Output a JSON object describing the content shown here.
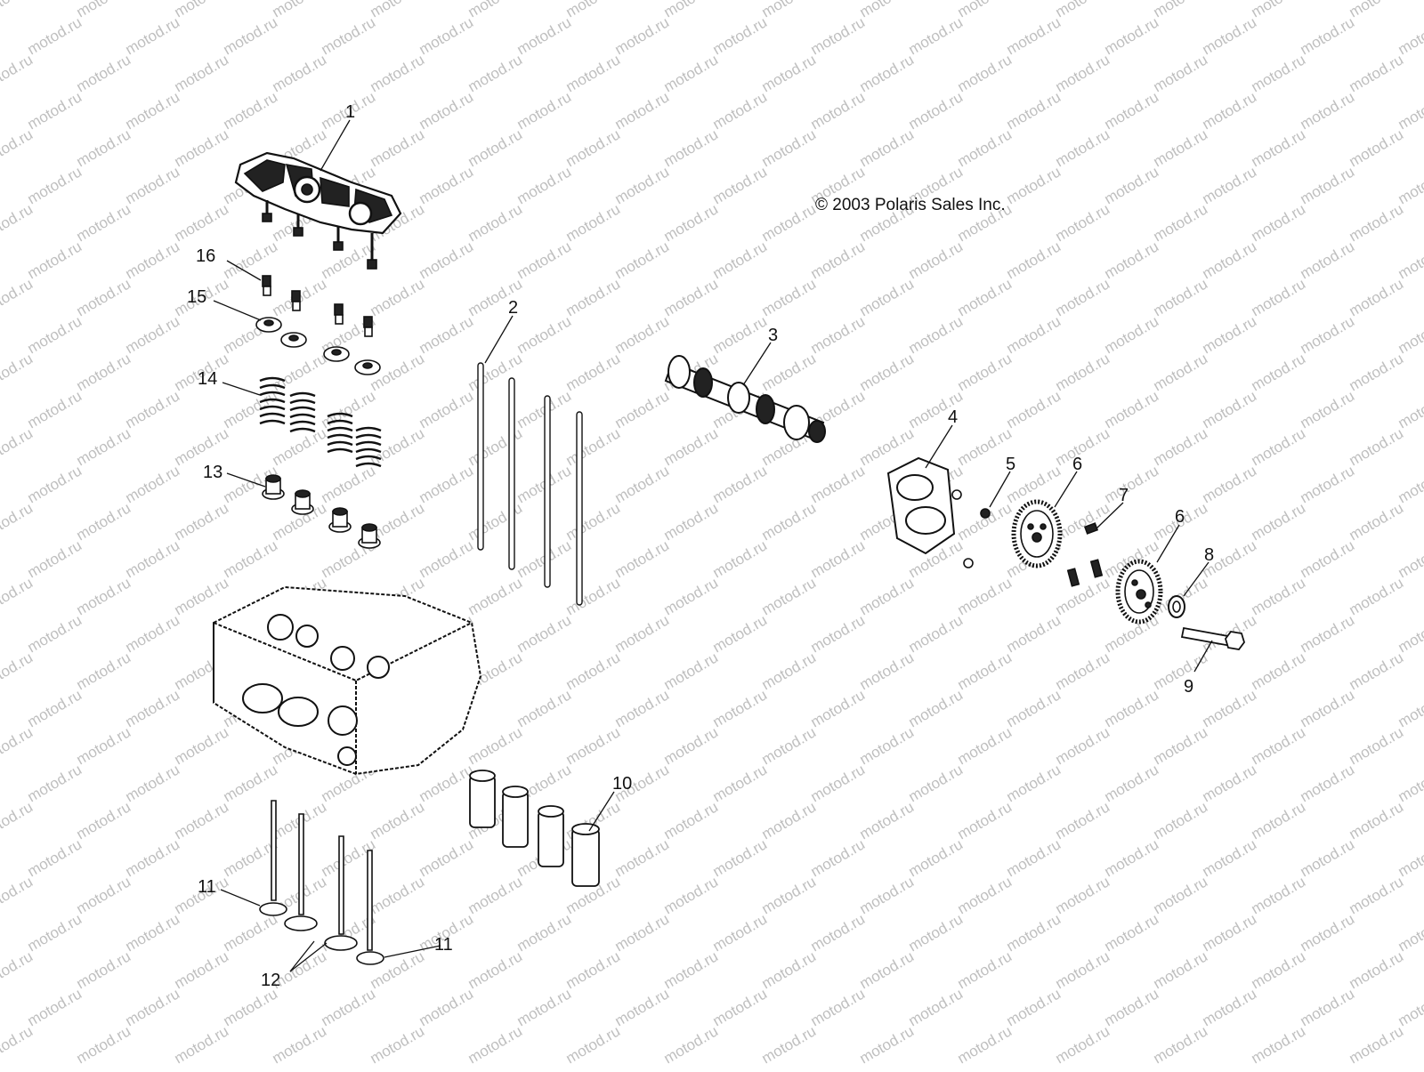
{
  "watermark": {
    "text": "motod.ru"
  },
  "copyright": "© 2003 Polaris Sales Inc.",
  "callouts": {
    "c1": "1",
    "c2": "2",
    "c3": "3",
    "c4": "4",
    "c5": "5",
    "c6a": "6",
    "c6b": "6",
    "c7": "7",
    "c8": "8",
    "c9": "9",
    "c10": "10",
    "c11a": "11",
    "c11b": "11",
    "c12": "12",
    "c13": "13",
    "c14": "14",
    "c15": "15",
    "c16": "16"
  },
  "colors": {
    "line": "#111111",
    "watermark": "#bfbfbf"
  }
}
